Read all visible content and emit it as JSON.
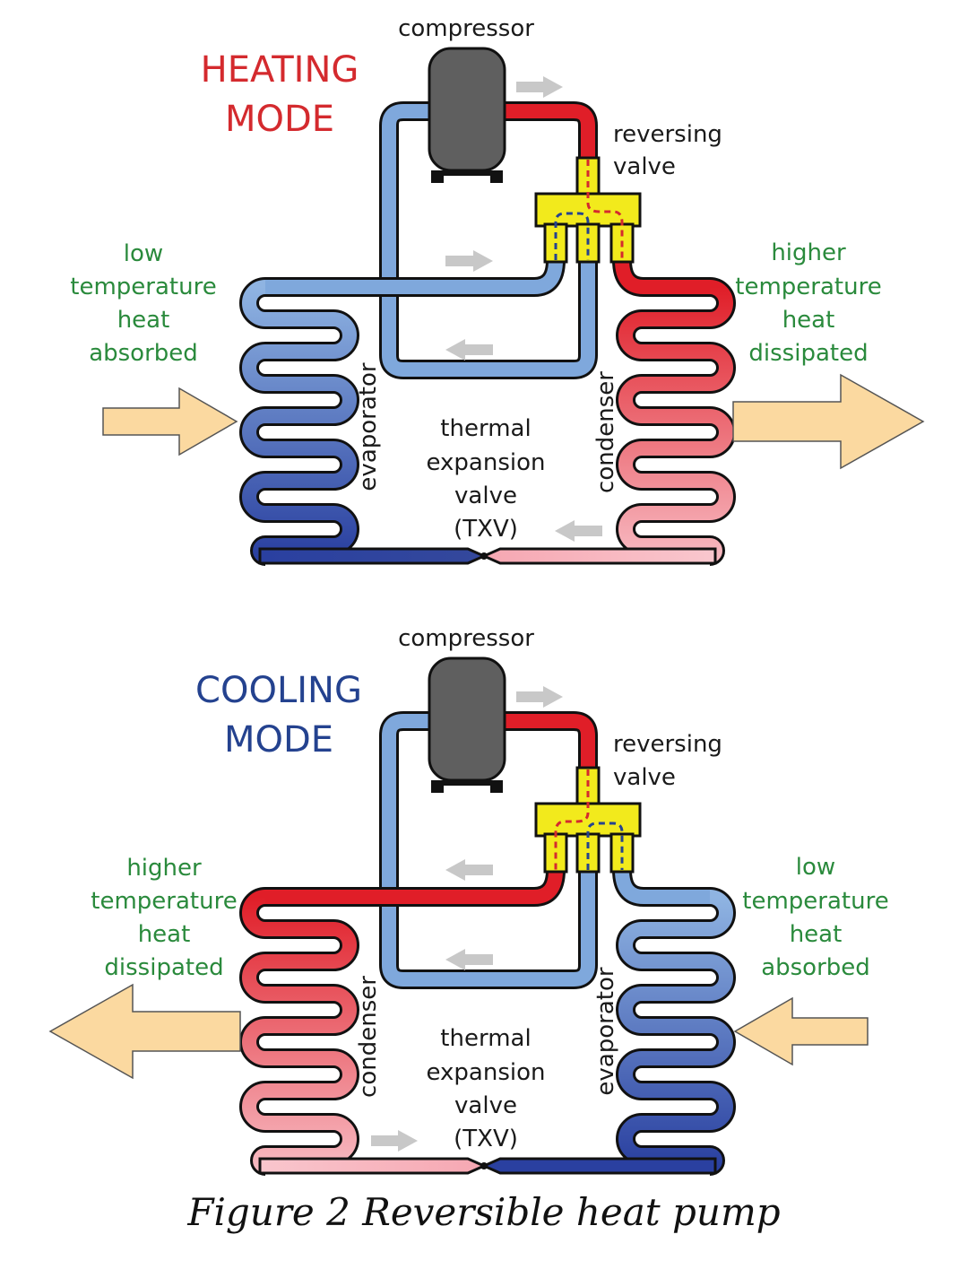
{
  "figure": {
    "caption": "Figure 2 Reversible heat pump",
    "colors": {
      "hot": "#e01e28",
      "cold_light": "#7fa8dc",
      "cold_dark": "#2a40a0",
      "valve": "#f2ea1c",
      "heat_arrow": "#fbd9a0",
      "flow_arrow": "#c8c8c8",
      "label_green": "#2a8a3c"
    }
  },
  "heating": {
    "mode_line1": "HEATING",
    "mode_line2": "MODE",
    "compressor": "compressor",
    "valve_line1": "reversing",
    "valve_line2": "valve",
    "left_note": [
      "low",
      "temperature",
      "heat",
      "absorbed"
    ],
    "right_note": [
      "higher",
      "temperature",
      "heat",
      "dissipated"
    ],
    "left_coil": "evaporator",
    "right_coil": "condenser",
    "txv": [
      "thermal",
      "expansion",
      "valve",
      "(TXV)"
    ]
  },
  "cooling": {
    "mode_line1": "COOLING",
    "mode_line2": "MODE",
    "compressor": "compressor",
    "valve_line1": "reversing",
    "valve_line2": "valve",
    "left_note": [
      "higher",
      "temperature",
      "heat",
      "dissipated"
    ],
    "right_note": [
      "low",
      "temperature",
      "heat",
      "absorbed"
    ],
    "left_coil": "condenser",
    "right_coil": "evaporator",
    "txv": [
      "thermal",
      "expansion",
      "valve",
      "(TXV)"
    ]
  }
}
